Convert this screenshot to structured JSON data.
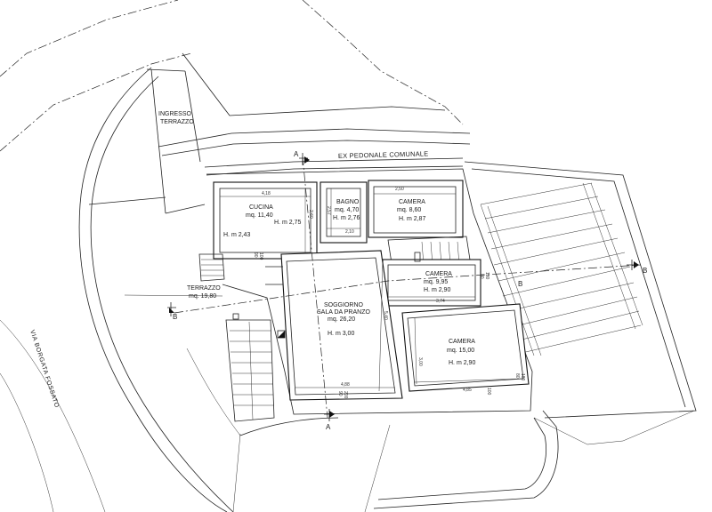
{
  "labels": {
    "ingresso_terrazzo_1": "INGRESSO",
    "ingresso_terrazzo_2": "TERRAZZO",
    "ex_pedonale": "EX PEDONALE COMUNALE",
    "via": "VIA BORGATA FOSSATO",
    "section_a": "A",
    "section_b": "B"
  },
  "rooms": {
    "cucina": {
      "name": "CUCINA",
      "area": "mq. 11,40",
      "h1": "H. m 2,75",
      "h2": "H. m 2,43"
    },
    "bagno": {
      "name": "BAGNO",
      "area": "mq. 4,70",
      "height": "H. m 2,76"
    },
    "camera1": {
      "name": "CAMERA",
      "area": "mq. 8,60",
      "height": "H. m 2,87"
    },
    "camera2": {
      "name": "CAMERA",
      "area": "mq. 9,95",
      "height": "H. m 2,90"
    },
    "camera3": {
      "name": "CAMERA",
      "area": "mq. 15,00",
      "height": "H. m 2,90"
    },
    "soggiorno": {
      "name1": "SOGGIORNO",
      "name2": "SALA DA PRANZO",
      "area": "mq. 26,20",
      "height": "H. m 3,00"
    },
    "terrazzo": {
      "name": "TERRAZZO",
      "area": "mq. 19,80"
    }
  },
  "dimensions": {
    "cucina_width": "4,18",
    "cucina_depth": "2,60",
    "bagno_depth": "2,57",
    "bagno_width": "2,10",
    "camera1_width": "2,50",
    "camera2_width": "3,74",
    "camera3_width": "4,85",
    "camera3_depth": "3,00",
    "soggiorno_width": "4,88",
    "soggiorno_depth": "5,40",
    "window_90": "90",
    "window_180": "180",
    "window_100": "100",
    "window_80": "80",
    "window_200": "200"
  }
}
